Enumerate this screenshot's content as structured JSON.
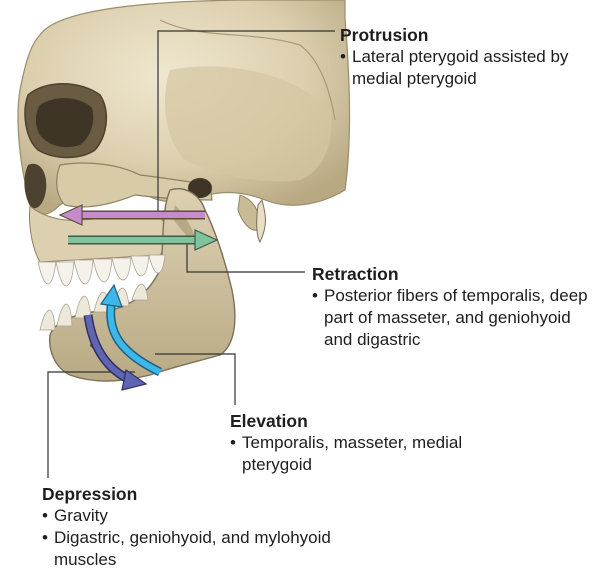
{
  "figure": {
    "colors": {
      "bone_light": "#e6dcc0",
      "bone_mid": "#cdbf9a",
      "bone_dark": "#8f8163",
      "shadow": "#5b4f3a",
      "teeth": "#f4f2ea",
      "protrusion_arrow": "#c58bcb",
      "retraction_arrow": "#7fc49d",
      "elevation_arrow": "#3db7ea",
      "depression_arrow": "#6065b0",
      "leader_line": "#333333"
    },
    "icons": [
      "skull-illustration",
      "protrusion-arrow",
      "retraction-arrow",
      "elevation-arrow",
      "depression-arrow"
    ]
  },
  "labels": {
    "protrusion": {
      "title": "Protrusion",
      "items": [
        "Lateral pterygoid assisted by medial pterygoid"
      ]
    },
    "retraction": {
      "title": "Retraction",
      "items": [
        "Posterior fibers of temporalis, deep part of masseter, and geniohyoid and digastric"
      ]
    },
    "elevation": {
      "title": "Elevation",
      "items": [
        "Temporalis, masseter, medial pterygoid"
      ]
    },
    "depression": {
      "title": "Depression",
      "items": [
        "Gravity",
        "Digastric, geniohyoid, and mylohyoid muscles"
      ]
    }
  }
}
